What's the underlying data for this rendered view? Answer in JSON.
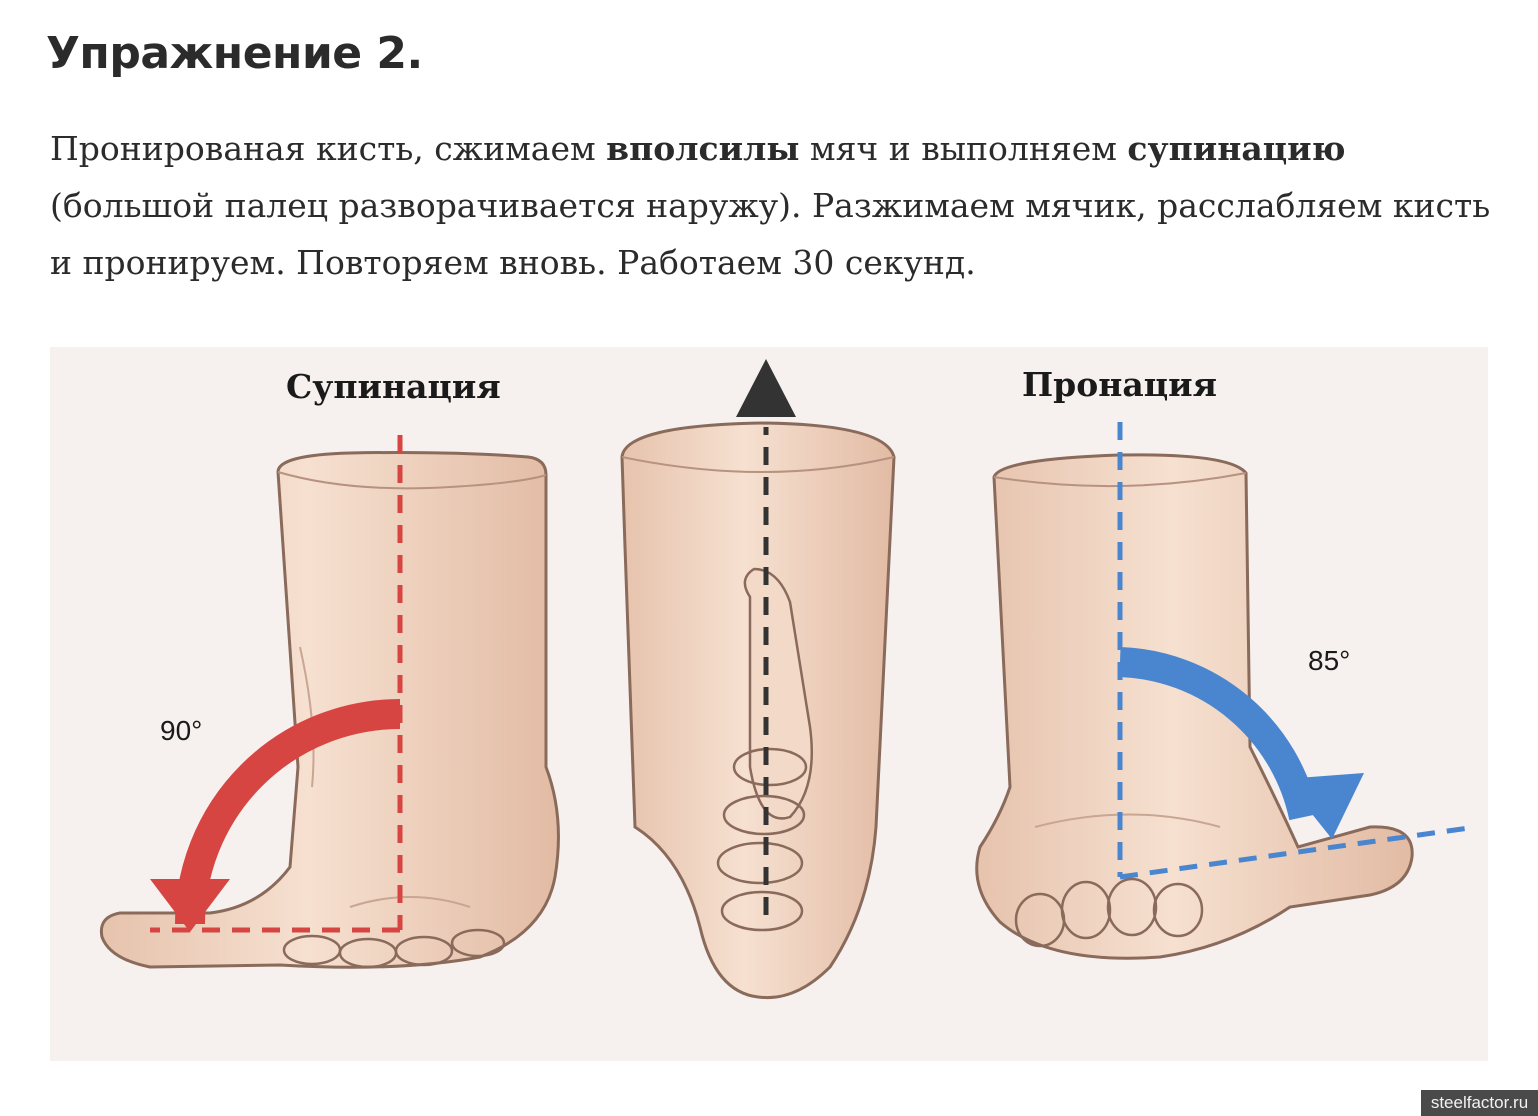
{
  "article": {
    "heading": "Упражнение 2.",
    "paragraph": {
      "t1": "Пронированая кисть, сжимаем ",
      "b1": "вполсилы",
      "t2": " мяч и выполняем ",
      "b2": "супинацию",
      "t3": " (большой палец разворачивается наружу). Разжимаем мячик, расслабляем кисть и пронируем. Повторяем вновь. Работаем 30 секунд."
    }
  },
  "figure": {
    "supination_label": "Супинация",
    "pronation_label": "Пронация",
    "supination_angle": "90°",
    "pronation_angle": "85°",
    "colors": {
      "supination": "#d64541",
      "pronation": "#4a86cf",
      "axis": "#333333",
      "skin": "#f0d6c4",
      "skin_outline": "#8a6a5a"
    }
  },
  "watermark": {
    "text": "steelfactor.ru"
  }
}
